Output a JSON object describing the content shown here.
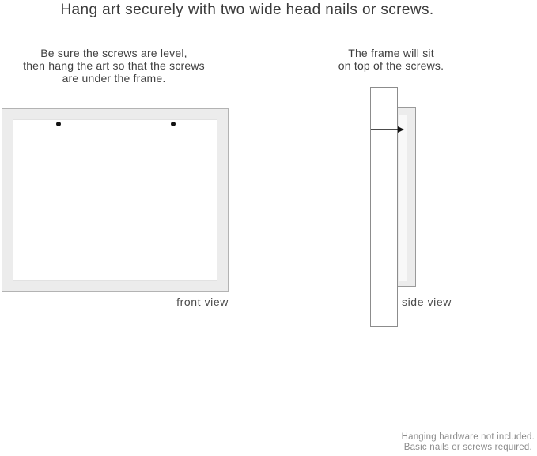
{
  "title": "Hang art securely with two wide head nails or screws.",
  "instructions": {
    "left": {
      "lines": [
        "Be sure the screws are level,",
        "then hang the art so that the screws",
        "are under the frame."
      ]
    },
    "right": {
      "lines": [
        "The frame will sit",
        "on top of the screws."
      ]
    }
  },
  "front_view": {
    "label": "front view",
    "screw_count": 2
  },
  "side_view": {
    "label": "side view"
  },
  "footnote": {
    "lines": [
      "Hanging hardware not included.",
      "Basic nails or screws required."
    ]
  },
  "colors": {
    "background": "#ffffff",
    "frame_mat": "#ececec",
    "frame_border": "#b3b3b3",
    "wall_border": "#8c8c8c",
    "nail": "#111111",
    "text_dark": "#3b3b3b",
    "text_label": "#4a4a4a",
    "text_muted": "#8b8b8b"
  }
}
